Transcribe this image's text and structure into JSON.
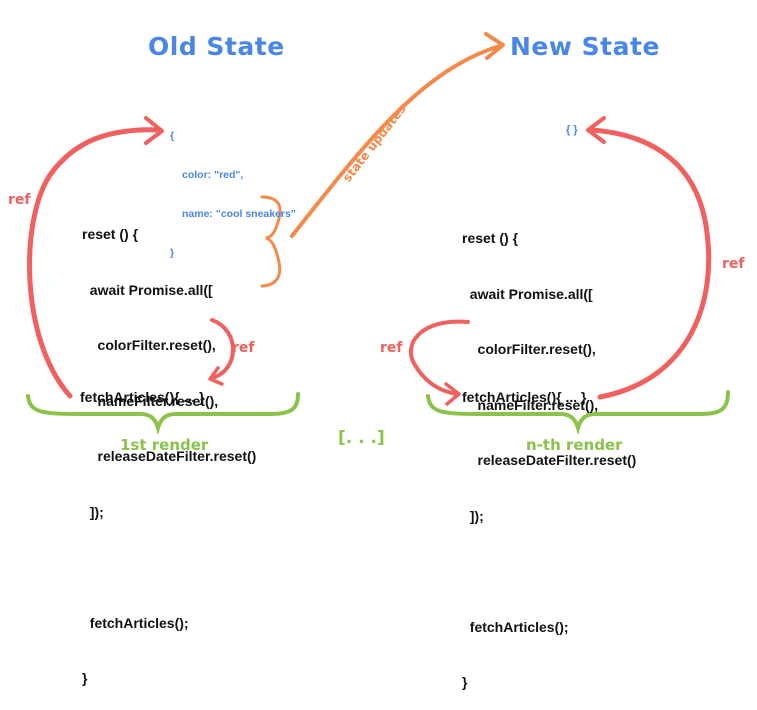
{
  "titles": {
    "old_state": "Old State",
    "new_state": "New State"
  },
  "old_state_object": {
    "open": "{",
    "line1": "color: \"red\",",
    "line2": "name: \"cool sneakers\"",
    "close": "}"
  },
  "new_state_object": "{ }",
  "state_updates_label": "state updates",
  "left_code": {
    "lines": [
      "reset () {",
      "  await Promise.all([",
      "    colorFilter.reset(),",
      "    nameFilter.reset(),",
      "    releaseDateFilter.reset()",
      "  ]);",
      "",
      "  fetchArticles();",
      "}"
    ],
    "fetch_def": "fetchArticles(){ ... }"
  },
  "right_code": {
    "lines": [
      "reset () {",
      "  await Promise.all([",
      "    colorFilter.reset(),",
      "    nameFilter.reset(),",
      "    releaseDateFilter.reset()",
      "  ]);",
      "",
      "  fetchArticles();",
      "}"
    ],
    "fetch_def": "fetchArticles(){ ... }"
  },
  "ref_labels": {
    "left_outer": "ref",
    "left_inner": "ref",
    "right_inner": "ref",
    "right_outer": "ref"
  },
  "render_labels": {
    "first": "1st render",
    "middle": "[. . .]",
    "nth": "n-th render"
  },
  "colors": {
    "title_blue": "#4a86e8",
    "ref_red": "#f0605e",
    "arrow_orange": "#f5894a",
    "render_green": "#8bc34a",
    "code_black": "#111111"
  }
}
